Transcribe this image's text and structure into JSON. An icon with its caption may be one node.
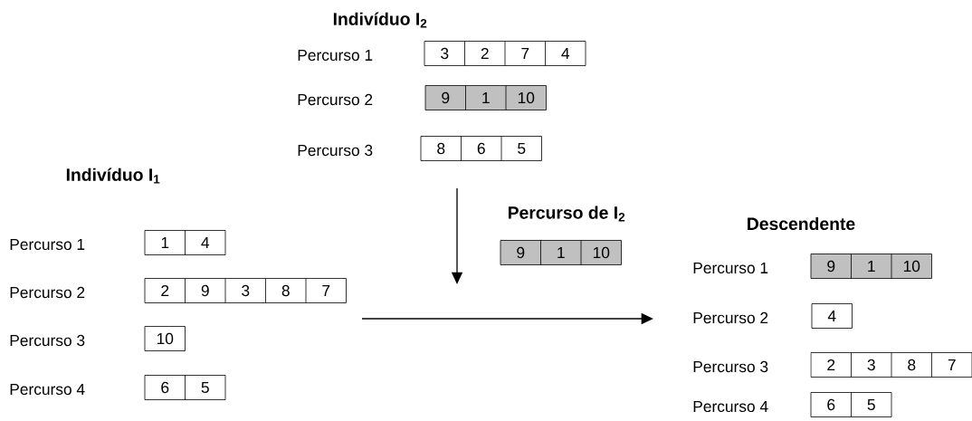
{
  "diagram": {
    "nodes": [
      {
        "text": [
          "3",
          "2",
          "7",
          "4"
        ],
        "beside": [
          "Percurso 1"
        ]
      },
      {
        "text": [
          "9",
          "1",
          "10"
        ],
        "beside": [
          "Percurso 2"
        ]
      },
      {
        "text": [
          "8",
          "6",
          "5"
        ],
        "beside": [
          "Percurso 3"
        ]
      },
      {
        "text": [
          "1",
          "4"
        ],
        "beside": [
          "Percurso 1"
        ]
      },
      {
        "text": [
          "2",
          "9",
          "3",
          "8",
          "7"
        ],
        "beside": [
          "Percurso 2"
        ]
      },
      {
        "text": [
          "10"
        ],
        "beside": [
          "Percurso 3"
        ]
      },
      {
        "text": [
          "6",
          "5"
        ],
        "beside": [
          "Percurso 4"
        ]
      },
      {
        "text": [
          "9",
          "1",
          "10"
        ]
      },
      {
        "text": [
          "9",
          "1",
          "10"
        ],
        "beside": [
          "Percurso 1"
        ]
      },
      {
        "text": [
          "4"
        ],
        "beside": [
          "Percurso 2"
        ]
      },
      {
        "text": [
          "2",
          "3",
          "8",
          "7"
        ],
        "beside": [
          "Percurso 3"
        ]
      },
      {
        "text": [
          "6",
          "5"
        ],
        "beside": [
          "Percurso 4"
        ]
      }
    ],
    "labels": [
      "Indivíduo I$_{2}$",
      "Indivíduo I$_{1}$",
      "Percurso de I$_{2}$",
      "Descendente"
    ]
  }
}
